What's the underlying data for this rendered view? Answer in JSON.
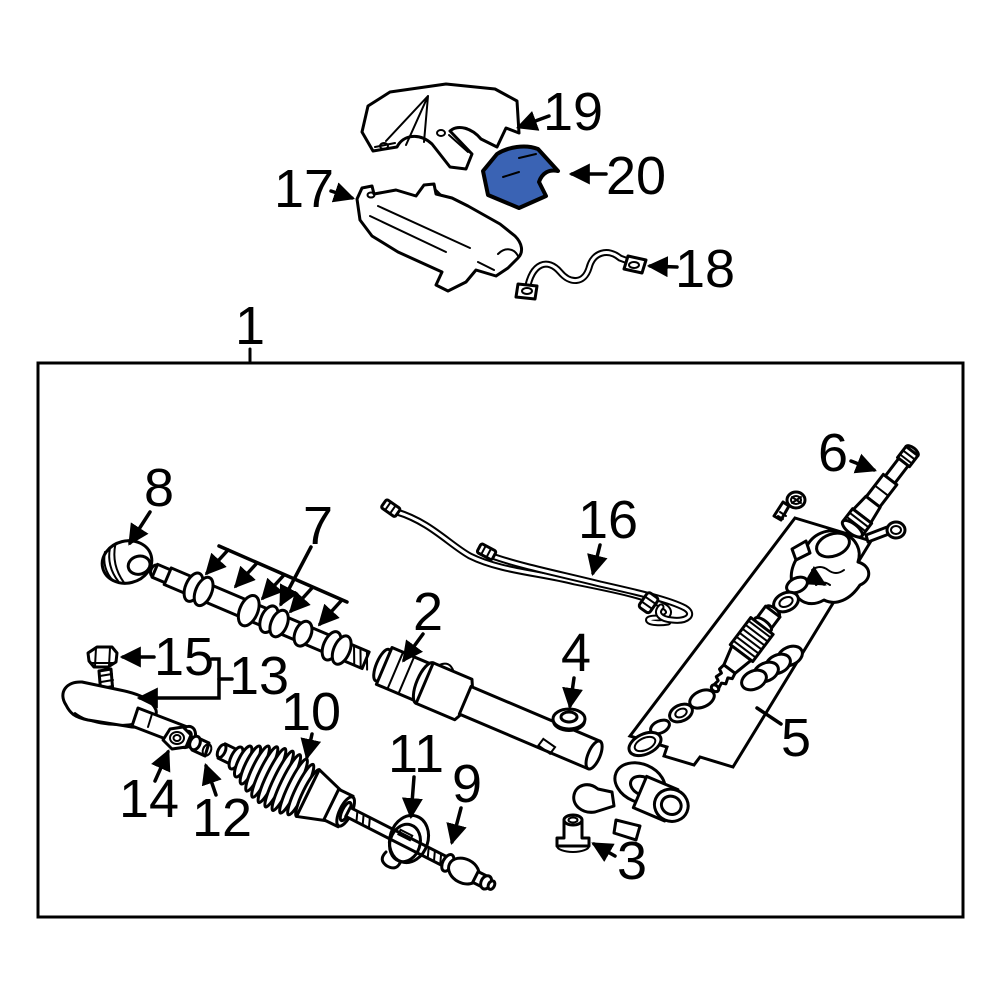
{
  "diagram": {
    "background_color": "#ffffff",
    "line_color": "#000000",
    "highlight": {
      "part_number": "20",
      "color": "#3A63B4"
    },
    "callouts": [
      {
        "number": "1"
      },
      {
        "number": "2"
      },
      {
        "number": "3"
      },
      {
        "number": "4"
      },
      {
        "number": "5"
      },
      {
        "number": "6"
      },
      {
        "number": "7"
      },
      {
        "number": "8"
      },
      {
        "number": "9"
      },
      {
        "number": "10"
      },
      {
        "number": "11"
      },
      {
        "number": "12"
      },
      {
        "number": "13"
      },
      {
        "number": "14"
      },
      {
        "number": "15"
      },
      {
        "number": "16"
      },
      {
        "number": "17"
      },
      {
        "number": "18"
      },
      {
        "number": "19"
      },
      {
        "number": "20"
      }
    ]
  }
}
